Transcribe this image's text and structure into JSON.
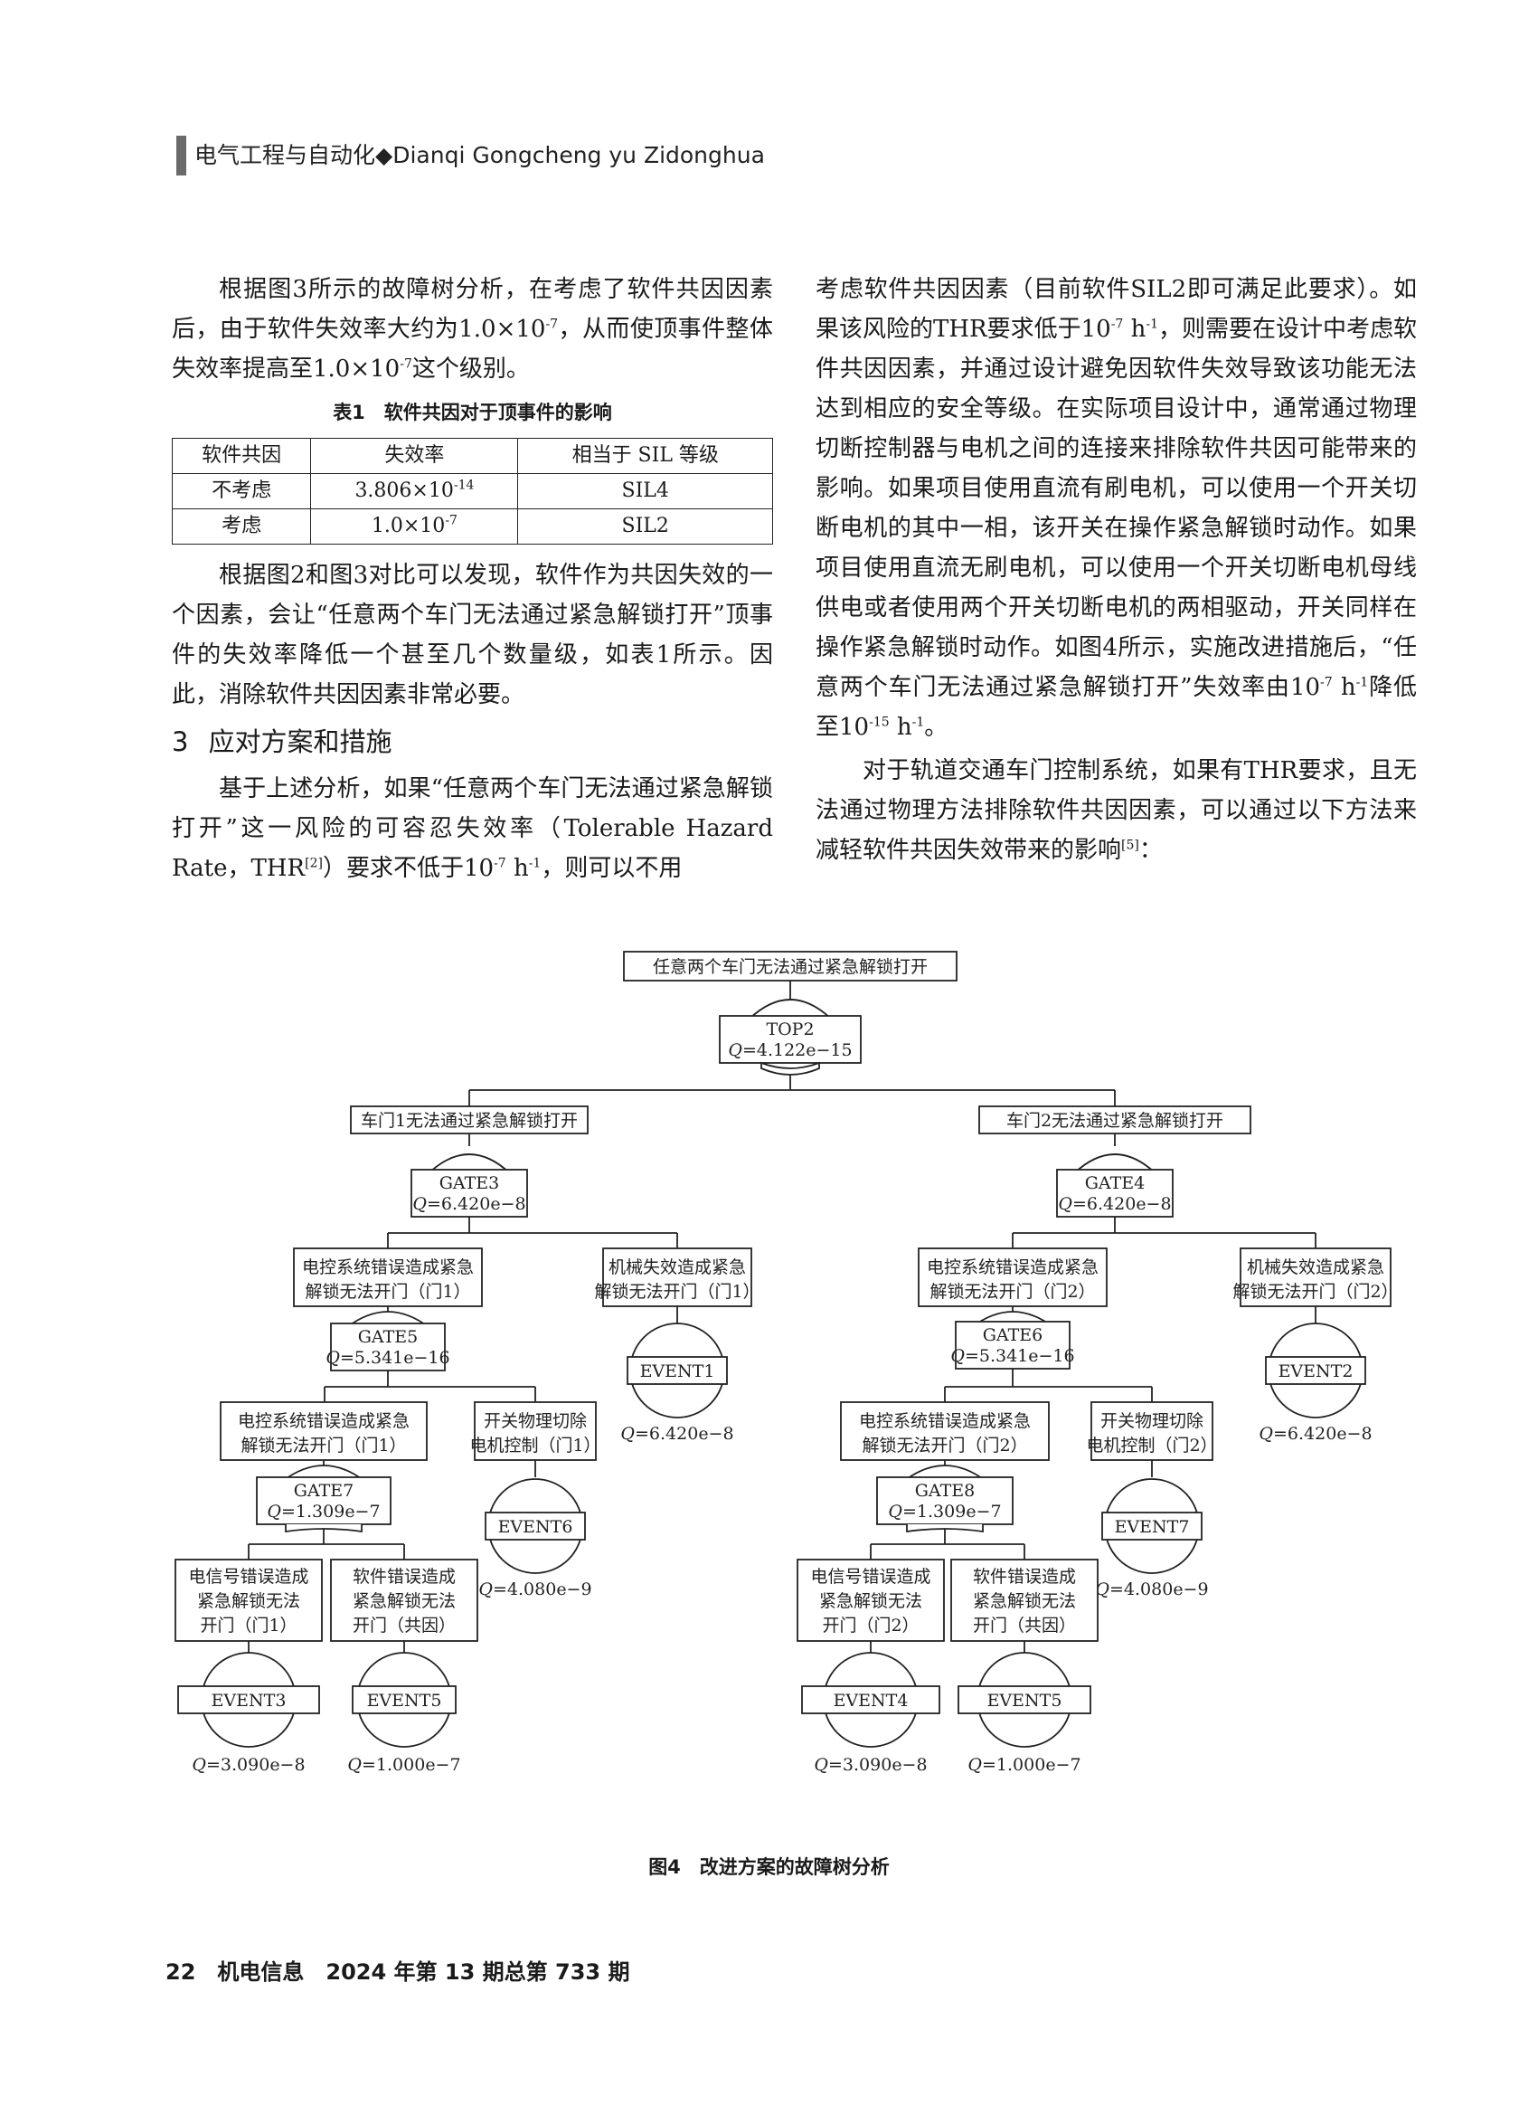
{
  "header": {
    "journal": "电气工程与自动化◆Dianqi Gongcheng yu Zidonghua"
  },
  "left": {
    "p1_a": "根据图3所示的故障树分析，在考虑了软件共因因素后，由于软件失效率大约为1.0×10",
    "p1_sup": "-7",
    "p1_b": "，从而使顶事件整体失效率提高至1.0×10",
    "p1_sup2": "-7",
    "p1_c": "这个级别。",
    "table_caption": "表1　软件共因对于顶事件的影响",
    "table_headers": [
      "软件共因",
      "失效率",
      "相当于 SIL 等级"
    ],
    "table_rows": [
      {
        "cause": "不考虑",
        "rate_base": "3.806×10",
        "rate_exp": "-14",
        "sil": "SIL4"
      },
      {
        "cause": "考虑",
        "rate_base": "1.0×10",
        "rate_exp": "-7",
        "sil": "SIL2"
      }
    ],
    "p2": "根据图2和图3对比可以发现，软件作为共因失效的一个因素，会让“任意两个车门无法通过紧急解锁打开”顶事件的失效率降低一个甚至几个数量级，如表1所示。因此，消除软件共因因素非常必要。",
    "section_num": "3",
    "section_title": "应对方案和措施",
    "p3_a": "基于上述分析，如果“任意两个车门无法通过紧急解锁打开”这一风险的可容忍失效率（Tolerable Hazard Rate，THR",
    "p3_ref": "[2]",
    "p3_b": "）要求不低于10",
    "p3_sup": "-7",
    "p3_c": " h",
    "p3_sup2": "-1",
    "p3_d": "，则可以不用"
  },
  "right": {
    "p1_a": "考虑软件共因因素（目前软件SIL2即可满足此要求）。如果该风险的THR要求低于10",
    "p1_sup": "-7",
    "p1_b": " h",
    "p1_sup2": "-1",
    "p1_c": "，则需要在设计中考虑软件共因因素，并通过设计避免因软件失效导致该功能无法达到相应的安全等级。在实际项目设计中，通常通过物理切断控制器与电机之间的连接来排除软件共因可能带来的影响。如果项目使用直流有刷电机，可以使用一个开关切断电机的其中一相，该开关在操作紧急解锁时动作。如果项目使用直流无刷电机，可以使用一个开关切断电机母线供电或者使用两个开关切断电机的两相驱动，开关同样在操作紧急解锁时动作。如图4所示，实施改进措施后，“任意两个车门无法通过紧急解锁打开”失效率由10",
    "p1_sup3": "-7",
    "p1_d": " h",
    "p1_sup4": "-1",
    "p1_e": "降低至10",
    "p1_sup5": "-15",
    "p1_f": " h",
    "p1_sup6": "-1",
    "p1_g": "。",
    "p2_a": "对于轨道交通车门控制系统，如果有THR要求，且无法通过物理方法排除软件共因因素，可以通过以下方法来减轻软件共因失效带来的影响",
    "p2_ref": "[5]",
    "p2_b": "："
  },
  "figure": {
    "caption": "图4　改进方案的故障树分析",
    "top_event": "任意两个车门无法通过紧急解锁打开",
    "top_gate": "TOP2",
    "top_q": "=4.122e−15",
    "q_prefix": "Q",
    "door1": "车门1无法通过紧急解锁打开",
    "door2": "车门2无法通过紧急解锁打开",
    "gate3": "GATE3",
    "gate3_q": "=6.420e−8",
    "gate4": "GATE4",
    "gate4_q": "=6.420e−8",
    "e1_l1": "电控系统错误造成紧急",
    "e1_l2": "解锁无法开门（门1）",
    "m1_l1": "机械失效造成紧急",
    "m1_l2": "解锁无法开门（门1）",
    "e2_l1": "电控系统错误造成紧急",
    "e2_l2": "解锁无法开门（门2）",
    "m2_l1": "机械失效造成紧急",
    "m2_l2": "解锁无法开门（门2）",
    "gate5": "GATE5",
    "gate5_q": "=5.341e−16",
    "gate6": "GATE6",
    "gate6_q": "=5.341e−16",
    "event1": "EVENT1",
    "event1_q": "=6.420e−8",
    "event2": "EVENT2",
    "event2_q": "=6.420e−8",
    "e1b_l1": "电控系统错误造成紧急",
    "e1b_l2": "解锁无法开门（门1）",
    "s1_l1": "开关物理切除",
    "s1_l2": "电机控制（门1）",
    "e2b_l1": "电控系统错误造成紧急",
    "e2b_l2": "解锁无法开门（门2）",
    "s2_l1": "开关物理切除",
    "s2_l2": "电机控制（门2）",
    "gate7": "GATE7",
    "gate7_q": "=1.309e−7",
    "gate8": "GATE8",
    "gate8_q": "=1.309e−7",
    "event6": "EVENT6",
    "event6_q": "=4.080e−9",
    "event7": "EVENT7",
    "event7_q": "=4.080e−9",
    "sig1_l1": "电信号错误造成",
    "sig1_l2": "紧急解锁无法",
    "sig1_l3": "开门（门1）",
    "sw1_l1": "软件错误造成",
    "sw1_l2": "紧急解锁无法",
    "sw1_l3": "开门（共因）",
    "sig2_l1": "电信号错误造成",
    "sig2_l2": "紧急解锁无法",
    "sig2_l3": "开门（门2）",
    "sw2_l1": "软件错误造成",
    "sw2_l2": "紧急解锁无法",
    "sw2_l3": "开门（共因）",
    "event3": "EVENT3",
    "event3_q": "=3.090e−8",
    "event5a": "EVENT5",
    "event5a_q": "=1.000e−7",
    "event4": "EVENT4",
    "event4_q": "=3.090e−8",
    "event5b": "EVENT5",
    "event5b_q": "=1.000e−7"
  },
  "footer": {
    "text": "22　机电信息　2024 年第 13 期总第 733 期"
  }
}
